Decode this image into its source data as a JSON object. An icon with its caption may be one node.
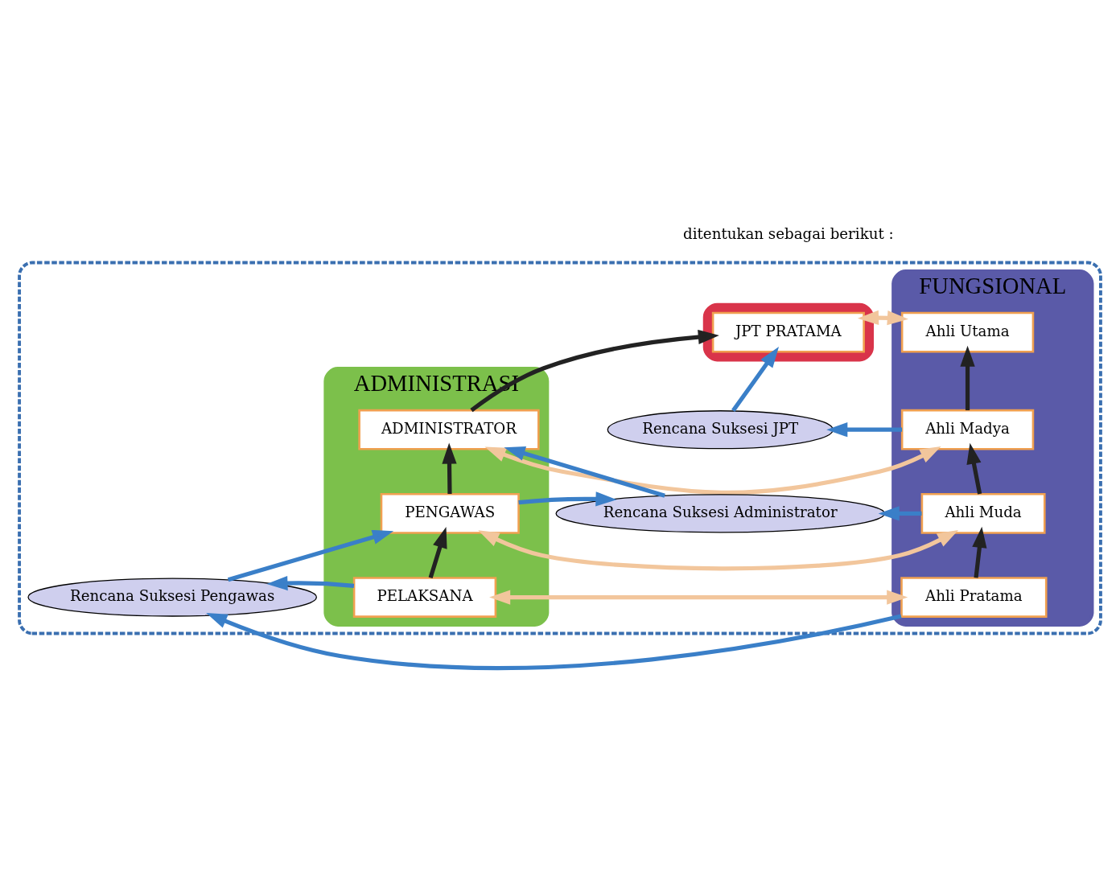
{
  "diagram": {
    "nodes": [
      {
        "text": [],
        "shape": "box"
      },
      {
        "text": [],
        "shape": "box",
        "in": 0
      },
      {
        "text": [
          "JPT PRATAMA"
        ],
        "in": 1
      },
      {
        "text": [
          "ADMINISTRASI"
        ],
        "in": 0
      },
      {
        "text": [
          "ADMINISTRATOR"
        ],
        "in": 3
      },
      {
        "text": [
          "PENGAWAS"
        ],
        "in": 3
      },
      {
        "text": [
          "PELAKSANA"
        ],
        "in": 3
      },
      {
        "text": [
          "FUNGSIONAL"
        ],
        "in": 0
      },
      {
        "text": [
          "Ahli Utama"
        ],
        "in": 7
      },
      {
        "text": [
          "Ahli Madya"
        ],
        "in": 7
      },
      {
        "text": [
          "Ahli Muda"
        ],
        "in": 7
      },
      {
        "text": [
          "Ahli Pratama"
        ],
        "in": 7
      },
      {
        "text": [
          "Rencana Suksesi JPT"
        ],
        "in": 0
      },
      {
        "text": [
          "Rencana Suksesi Administrator"
        ],
        "in": 0
      },
      {
        "text": [
          "Rencana Suksesi Pengawas"
        ],
        "in": 0
      }
    ],
    "edges": [
      {
        "from": 4,
        "to": 2,
        "arrow": "to",
        "color": "#222222"
      },
      {
        "from": 5,
        "to": 4,
        "arrow": "to",
        "color": "#222222"
      },
      {
        "from": 6,
        "to": 5,
        "arrow": "to",
        "color": "#222222"
      },
      {
        "from": 9,
        "to": 8,
        "arrow": "to",
        "color": "#222222"
      },
      {
        "from": 10,
        "to": 9,
        "arrow": "to",
        "color": "#222222"
      },
      {
        "from": 11,
        "to": 10,
        "arrow": "to",
        "color": "#222222"
      },
      {
        "from": 2,
        "to": 8,
        "arrow": "both",
        "color": "#f2c69c"
      },
      {
        "from": 4,
        "to": 9,
        "arrow": "both",
        "color": "#f2c69c"
      },
      {
        "from": 5,
        "to": 10,
        "arrow": "both",
        "color": "#f2c69c"
      },
      {
        "from": 6,
        "to": 11,
        "arrow": "both",
        "color": "#f2c69c"
      },
      {
        "from": 12,
        "to": 2,
        "arrow": "to"
      },
      {
        "from": 9,
        "to": 12,
        "arrow": "to"
      },
      {
        "from": 13,
        "to": 4,
        "arrow": "to"
      },
      {
        "from": 5,
        "to": 13,
        "arrow": "to"
      },
      {
        "from": 10,
        "to": 13,
        "arrow": "to"
      },
      {
        "from": 14,
        "to": 5,
        "arrow": "to"
      },
      {
        "from": 6,
        "to": 14,
        "arrow": "to"
      },
      {
        "from": 11,
        "to": 14,
        "arrow": "to"
      }
    ],
    "labels": [
      "ditentukan sebagai berikut :"
    ]
  }
}
